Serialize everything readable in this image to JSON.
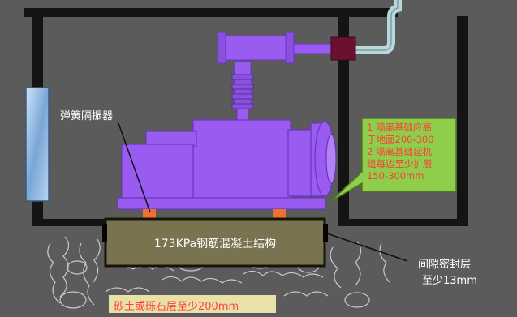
{
  "labels": {
    "spring_isolator": "弹簧隔振器",
    "slab": "173KPa钢筋混凝土结构",
    "gap_seal_line1": "间隙密封层",
    "gap_seal_line2": "至少13mm",
    "gravel_layer": "砂土或砾石层至少200mm"
  },
  "callout": {
    "lines": [
      "1 隔离基础应高",
      "于地面200-300",
      "2 隔离基础延机",
      "组每边至少扩展",
      "150-300mm"
    ]
  },
  "colors": {
    "background": "#5b5b5b",
    "frame": "#141414",
    "machine": "#9a5cf0",
    "machine_edge": "#6b35c2",
    "pipe": "#a8c8cc",
    "valve": "#6b1030",
    "slab_fill": "#7a7350",
    "callout_fill": "#8fce4a",
    "callout_text": "#ff3b3b",
    "isolator": "#f07030",
    "gravel_fill": "#e8e2a8",
    "gravel_text": "#ff4040",
    "window": "#8ab4e0"
  }
}
